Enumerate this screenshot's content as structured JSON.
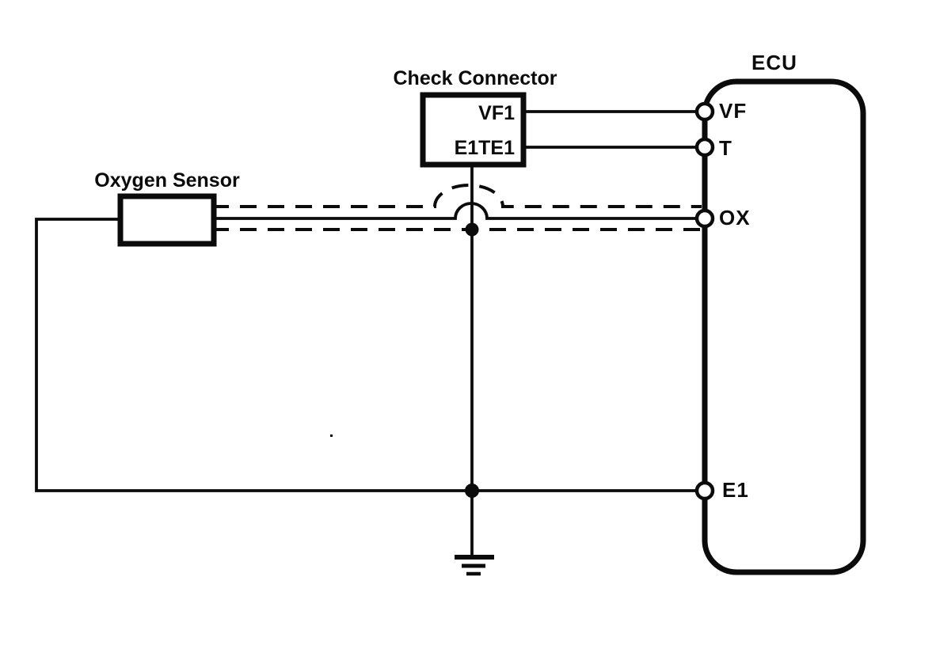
{
  "diagram": {
    "type": "wiring-diagram",
    "colors": {
      "line": "#0b0b0b",
      "background": "#ffffff"
    },
    "ecu": {
      "title": "ECU",
      "terminals": {
        "vf": "VF",
        "t": "T",
        "ox": "OX",
        "e1": "E1"
      }
    },
    "check_connector": {
      "title": "Check Connector",
      "pins": {
        "vf1": "VF1",
        "e1te1": "E1TE1"
      }
    },
    "oxygen_sensor": {
      "title": "Oxygen Sensor"
    }
  }
}
